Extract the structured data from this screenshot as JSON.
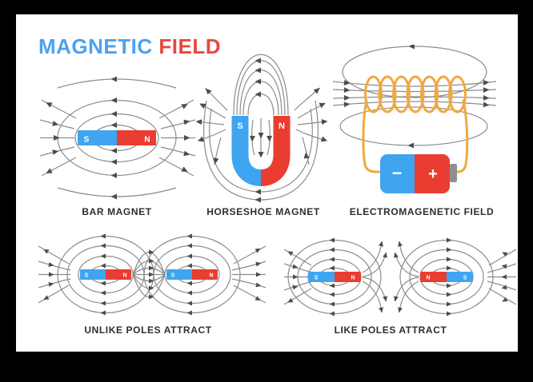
{
  "title": {
    "word1": "MAGNETIC",
    "word2": "FIELD"
  },
  "captions": {
    "bar_magnet": "BAR MAGNET",
    "horseshoe_magnet": "HORSESHOE MAGNET",
    "electromagnetic_field": "ELECTROMAGENETIC FIELD",
    "unlike_poles": "UNLIKE POLES ATTRACT",
    "like_poles": "LIKE POLES ATTRACT"
  },
  "diagrams": {
    "bar_magnet": {
      "pole_left": "S",
      "pole_right": "N"
    },
    "horseshoe": {
      "pole_left": "S",
      "pole_right": "N"
    },
    "electromagnet": {
      "battery_minus": "−",
      "battery_plus": "+"
    },
    "unlike_poles": {
      "magnet1_left": "S",
      "magnet1_right": "N",
      "magnet2_left": "S",
      "magnet2_right": "N"
    },
    "like_poles": {
      "magnet1_left": "S",
      "magnet1_right": "N",
      "magnet2_left": "N",
      "magnet2_right": "S"
    }
  },
  "colors": {
    "pole_south_blue": "#3fa5f0",
    "pole_north_red": "#ea3d31",
    "title_blue": "#4ba1ee",
    "title_red": "#e8473c",
    "field_line_gray": "#8c8c8c",
    "arrow_gray": "#4d4d4d",
    "coil_orange": "#f0a93e",
    "battery_nub_gray": "#8f8f8f",
    "label_text": "#2e2e2e",
    "canvas_background": "#ffffff",
    "frame_background": "#000000"
  }
}
